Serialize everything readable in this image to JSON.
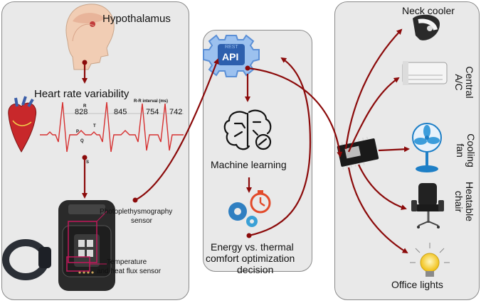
{
  "left": {
    "hypothalamus": "Hypothalamus",
    "hrv_title": "Heart rate variability",
    "rr_label": "R-R interval (ms)",
    "intervals": [
      "828",
      "845",
      "754",
      "742"
    ],
    "wave_labels": {
      "r": "R",
      "p": "P",
      "q": "Q",
      "t": "T",
      "s": "S"
    },
    "ppg_label_1": "Photoplethysmography",
    "ppg_label_2": "sensor",
    "temp_label_1": "Temperature",
    "temp_label_2": "and heat flux sensor"
  },
  "middle": {
    "api_small": "REST",
    "api_big": "API",
    "ml_label": "Machine learning",
    "decision_1": "Energy vs. thermal",
    "decision_2": "comfort optimization",
    "decision_3": "decision"
  },
  "right": {
    "neck_cooler": "Neck cooler",
    "central_ac_1": "Central",
    "central_ac_2": "A/C",
    "cooling_fan_1": "Cooling",
    "cooling_fan_2": "fan",
    "heatable_chair_1": "Heatable",
    "heatable_chair_2": "chair",
    "office_lights": "Office lights"
  },
  "colors": {
    "arrow": "#8b0a0a",
    "panel": "#e9e9e9",
    "ecg": "#d63030",
    "api_gear": "#5b8fd6"
  }
}
